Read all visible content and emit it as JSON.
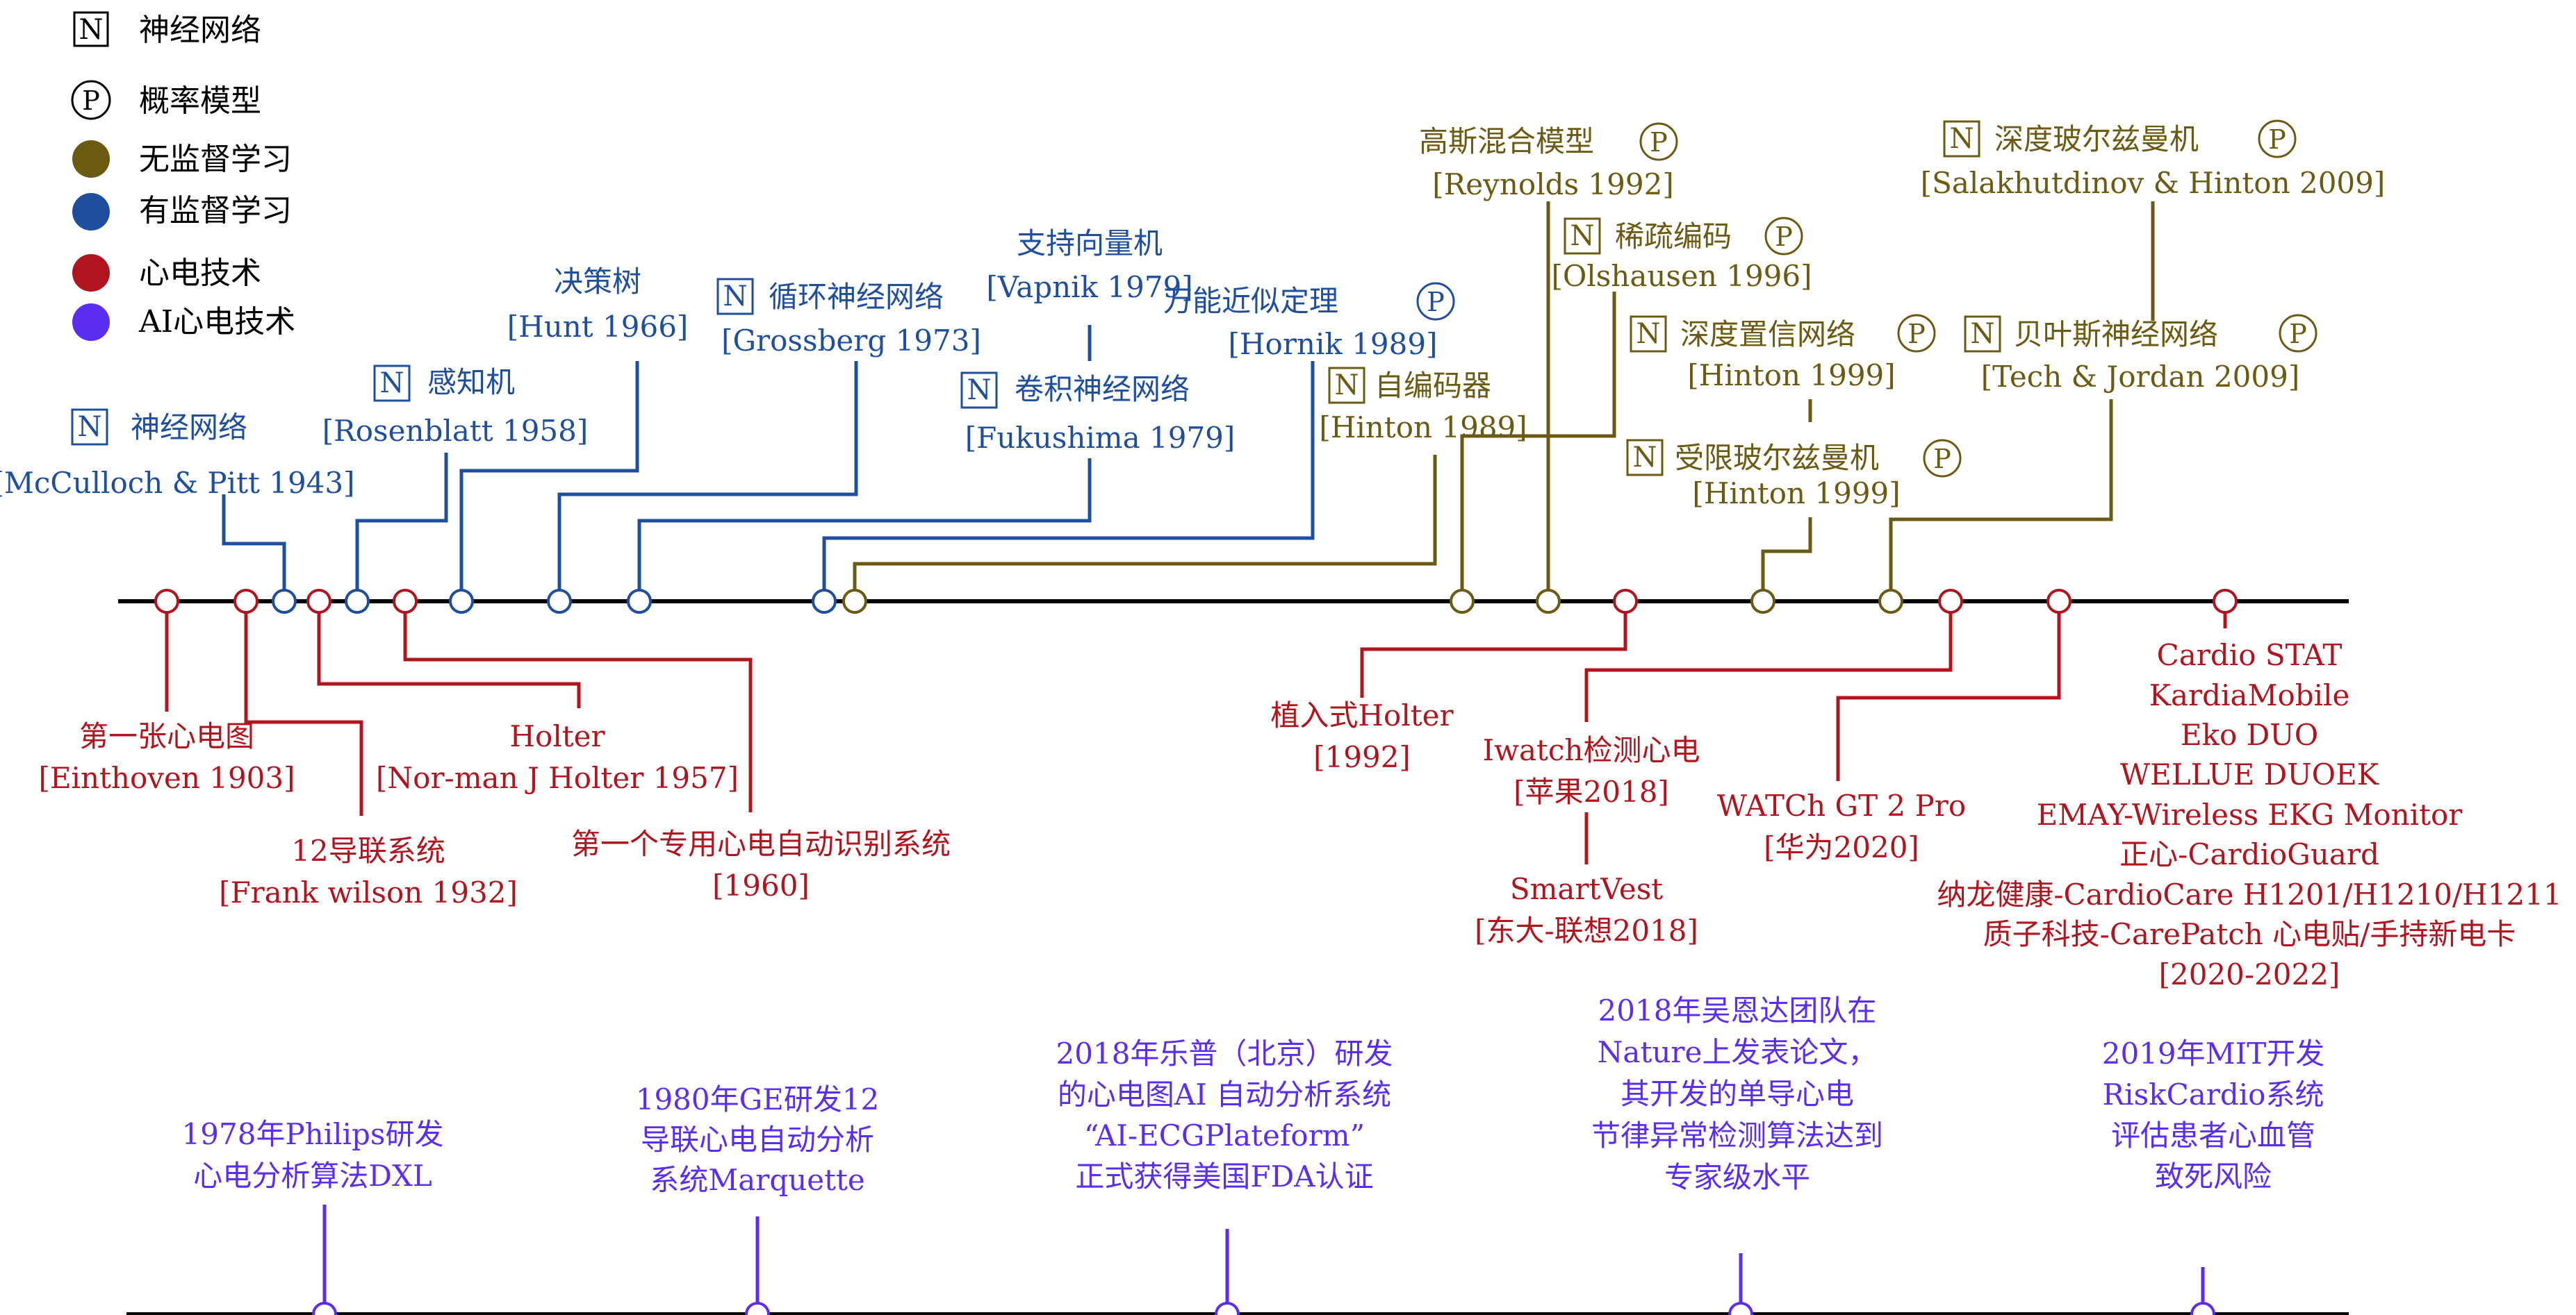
{
  "colors": {
    "neural": "#1f4e9c",
    "unsupervised": "#6b5a12",
    "ecg": "#b0141e",
    "ai": "#5a2df0",
    "axis": "#000000"
  },
  "legend": {
    "neural_marker": "N",
    "neural_label": "神经网络",
    "prob_marker": "P",
    "prob_label": "概率模型",
    "unsupervised_label": "无监督学习",
    "supervised_label": "有监督学习",
    "ecg_label": "心电技术",
    "ai_label": "AI心电技术"
  },
  "ml_events": {
    "mcculloch": {
      "title": "神经网络",
      "citation": "[McCulloch & Pitt 1943]"
    },
    "rosenblatt": {
      "title": "感知机",
      "citation": "[Rosenblatt 1958]"
    },
    "hunt": {
      "title": "决策树",
      "citation": "[Hunt 1966]"
    },
    "grossberg": {
      "title": "循环神经网络",
      "citation": "[Grossberg 1973]"
    },
    "vapnik": {
      "title": "支持向量机",
      "citation": "[Vapnik 1979]"
    },
    "fukushima": {
      "title": "卷积神经网络",
      "citation": "[Fukushima 1979]"
    },
    "hornik": {
      "title": "万能近似定理",
      "citation": "[Hornik 1989]"
    },
    "hinton1989": {
      "title": "自编码器",
      "citation": "[Hinton 1989]"
    },
    "reynolds": {
      "title": "高斯混合模型",
      "citation": "[Reynolds 1992]"
    },
    "olshausen": {
      "title": "稀疏编码",
      "citation": "[Olshausen 1996]"
    },
    "hinton1999a": {
      "title": "深度置信网络",
      "citation": "[Hinton 1999]"
    },
    "hinton1999b": {
      "title": "受限玻尔兹曼机",
      "citation": "[Hinton 1999]"
    },
    "salakhutdinov": {
      "title": "深度玻尔兹曼机",
      "citation": "[Salakhutdinov & Hinton 2009]"
    },
    "tech_jordan": {
      "title": "贝叶斯神经网络",
      "citation": "[Tech & Jordan 2009]"
    }
  },
  "ecg_events": {
    "einthoven": {
      "title": "第一张心电图",
      "citation": "[Einthoven 1903]"
    },
    "wilson": {
      "title": "12导联系统",
      "citation": "[Frank wilson 1932]"
    },
    "holter": {
      "title": "Holter",
      "citation": "[Nor-man J Holter 1957]"
    },
    "auto1960": {
      "title": "第一个专用心电自动识别系统",
      "citation": "[1960]"
    },
    "implant": {
      "title": "植入式Holter",
      "citation": "[1992]"
    },
    "iwatch": {
      "title": "Iwatch检测心电",
      "citation": "[苹果2018]"
    },
    "smartvest": {
      "title": "SmartVest",
      "citation": "[东大-联想2018]"
    },
    "watch_gt2": {
      "title": "WATCh GT 2 Pro",
      "citation": "[华为2020]"
    },
    "devices": {
      "lines": [
        "Cardio STAT",
        "KardiaMobile",
        "Eko DUO",
        "WELLUE DUOEK",
        "EMAY-Wireless EKG Monitor",
        "正心-CardioGuard",
        "纳龙健康-CardioCare H1201/H1210/H1211",
        "质子科技-CarePatch 心电贴/手持新电卡"
      ],
      "citation": "[2020-2022]"
    }
  },
  "ai_events": {
    "philips": [
      "1978年Philips研发",
      "心电分析算法DXL"
    ],
    "ge": [
      "1980年GE研发12",
      "导联心电自动分析",
      "系统Marquette"
    ],
    "lepu": [
      "2018年乐普（北京）研发",
      "的心电图AI 自动分析系统",
      "“AI-ECGPlateform”",
      "正式获得美国FDA认证"
    ],
    "ng": [
      "2018年吴恩达团队在",
      "Nature上发表论文，",
      "其开发的单导心电",
      "节律异常检测算法达到",
      "专家级水平"
    ],
    "mit": [
      "2019年MIT开发",
      "RiskCardio系统",
      "评估患者心血管",
      "致死风险"
    ]
  }
}
